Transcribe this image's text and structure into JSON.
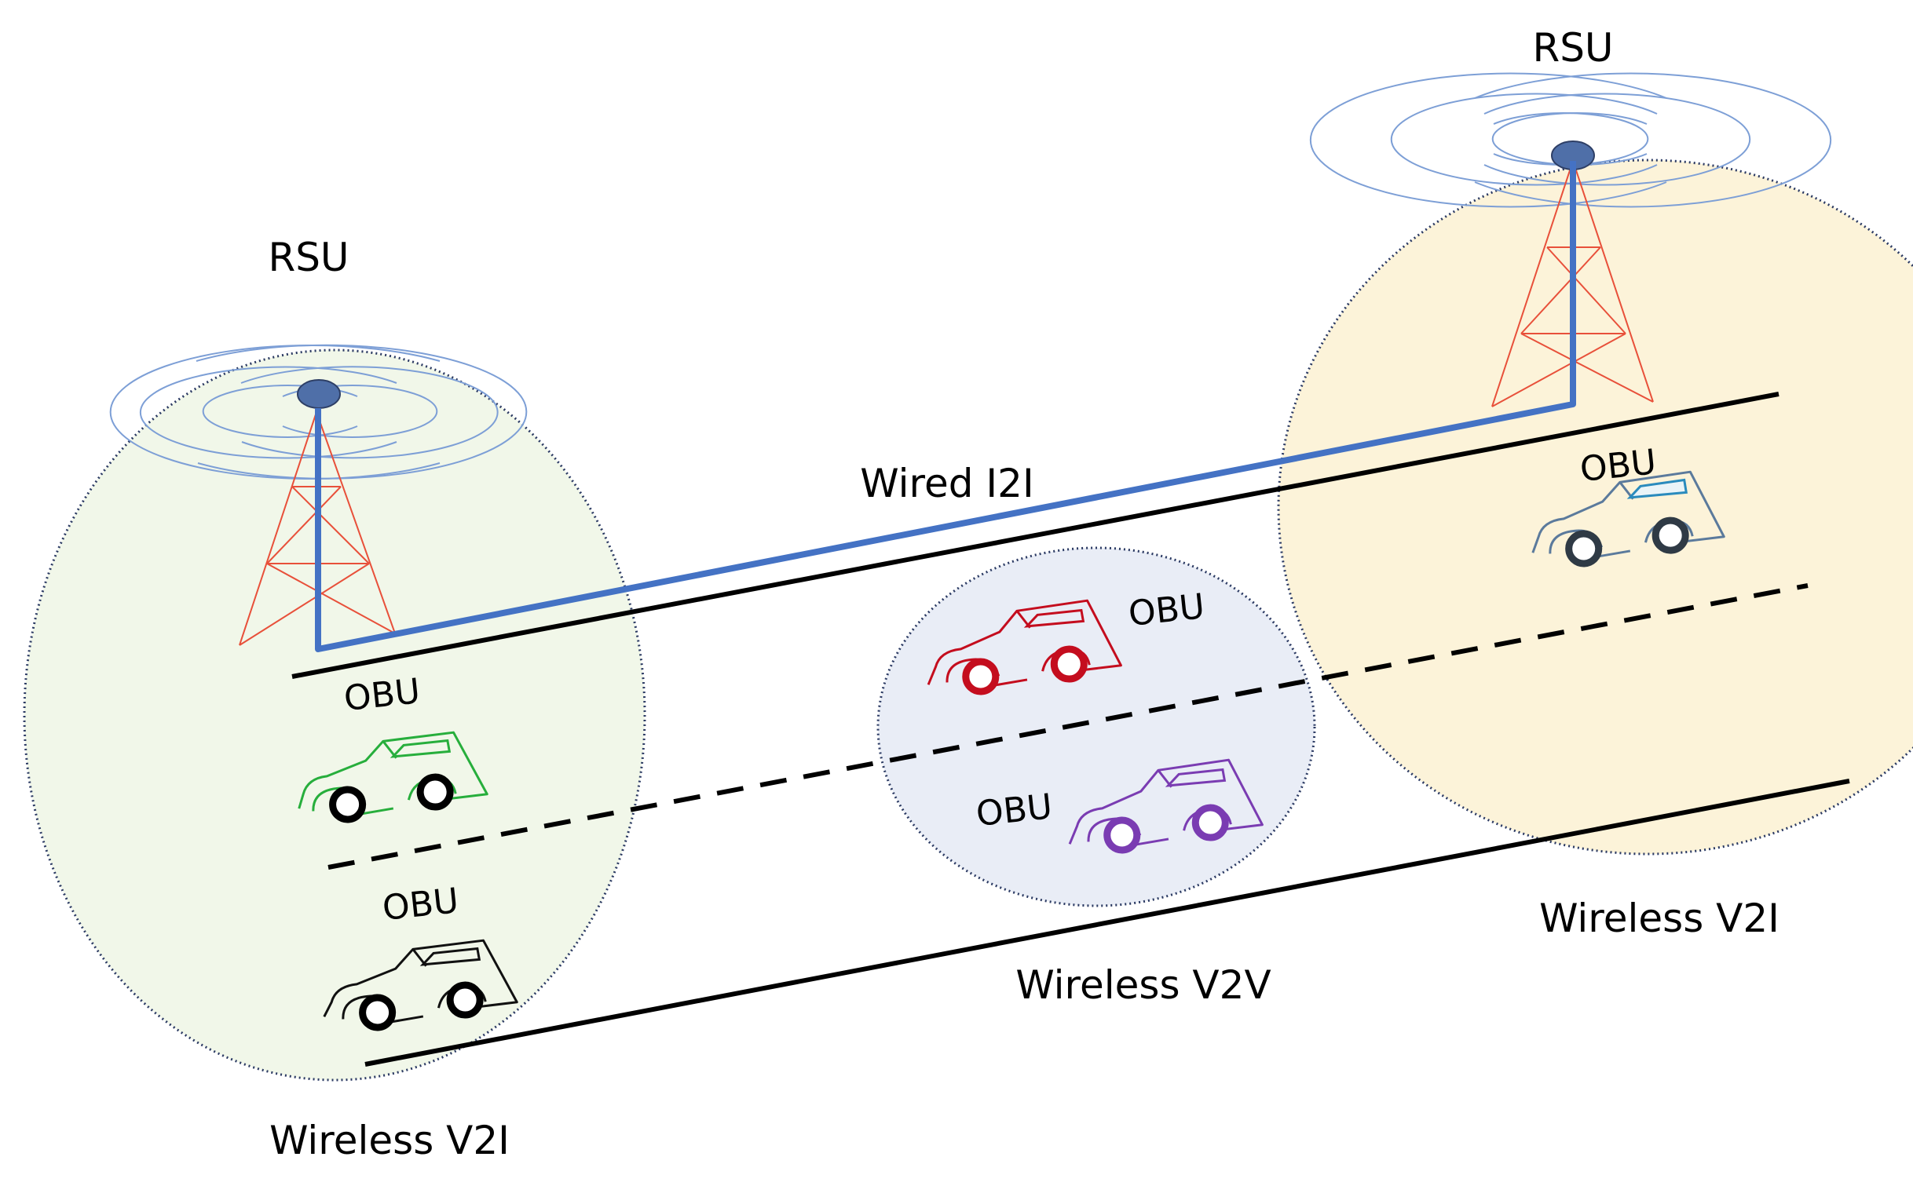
{
  "labels": {
    "rsu": "RSU",
    "obu": "OBU",
    "wired_i2i": "Wired I2I",
    "wireless_v2i": "Wireless V2I",
    "wireless_v2v": "Wireless V2V"
  },
  "colors": {
    "zone_left": "#f1f7e9",
    "zone_right": "#fcf3d9",
    "zone_middle": "#e9edf6",
    "zone_border": "#2b3a63",
    "tower": "#e8503a",
    "wired_link": "#4472c4",
    "antenna_node": "#4f6fa8",
    "signal_rings": "#7d9fd6",
    "road": "#000000",
    "car_green": "#27ae3c",
    "car_black": "#111111",
    "car_red": "#c40d1e",
    "car_purple": "#7a3cb2",
    "car_blue_gray": "#5b7a9c",
    "car_window_blue": "#2a8bbd"
  },
  "icons": {
    "tower": "radio-tower-icon",
    "car": "car-icon",
    "signal": "signal-rings-icon"
  }
}
